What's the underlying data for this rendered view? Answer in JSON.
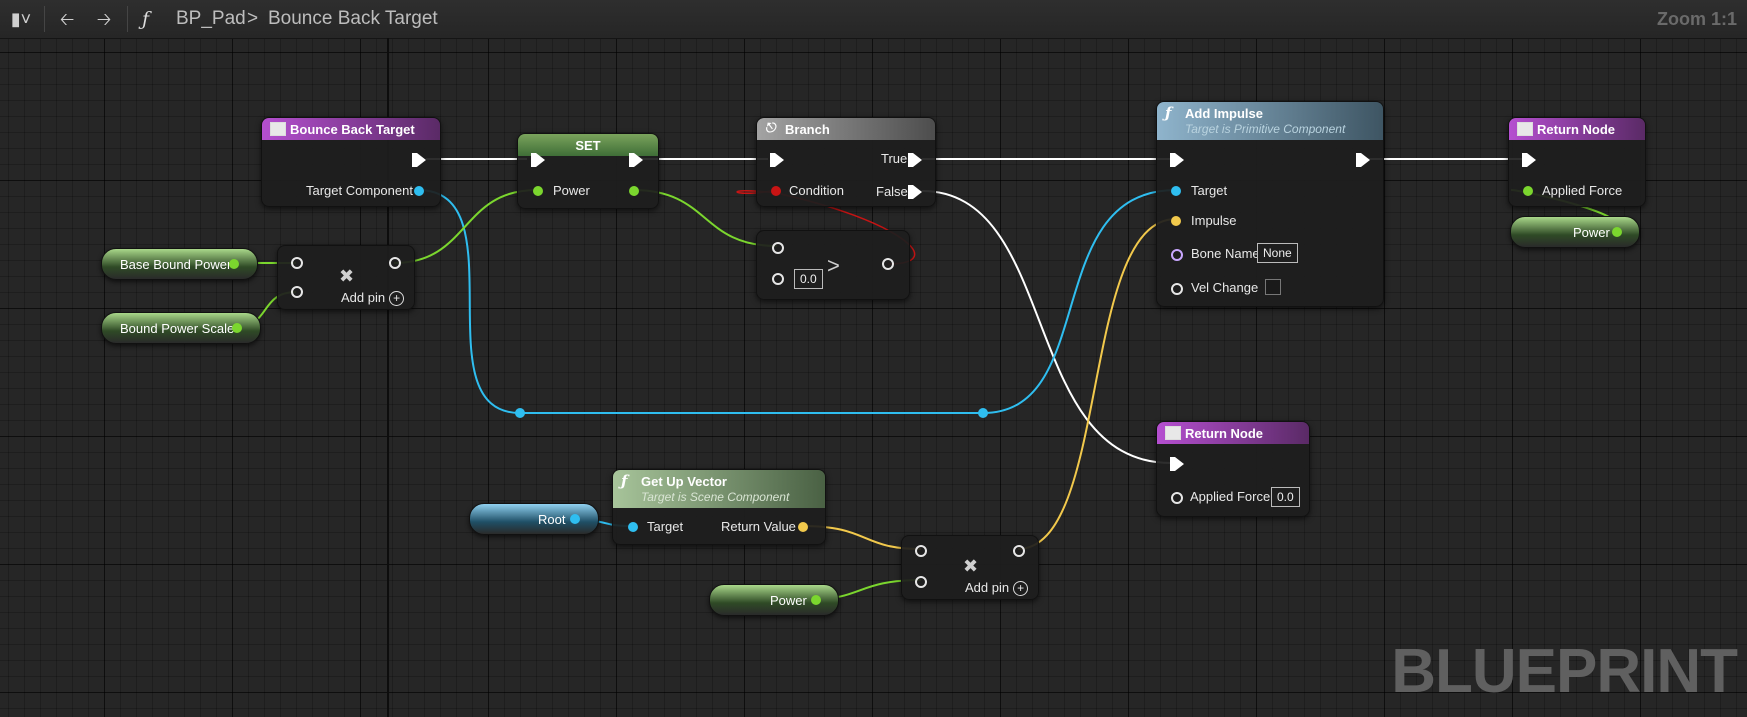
{
  "toolbar": {
    "bookmark_icon": "bookmark-icon",
    "function_icon": "function-icon",
    "breadcrumb_blueprint": "BP_Pad",
    "breadcrumb_separator": ">",
    "breadcrumb_function": "Bounce Back Target",
    "zoom": "Zoom 1:1"
  },
  "watermark": "BLUEPRINT",
  "nodes": {
    "entry": {
      "title": "Bounce Back Target",
      "pin_target": "Target Component"
    },
    "set": {
      "title": "SET",
      "pin_power": "Power"
    },
    "branch": {
      "title": "Branch",
      "pin_condition": "Condition",
      "pin_true": "True",
      "pin_false": "False"
    },
    "compare": {
      "op": ">",
      "value": "0.0"
    },
    "add_impulse": {
      "title": "Add Impulse",
      "subtitle": "Target is Primitive Component",
      "pin_target": "Target",
      "pin_impulse": "Impulse",
      "pin_bone": "Bone Name",
      "bone_value": "None",
      "pin_vel": "Vel Change"
    },
    "return1": {
      "title": "Return Node",
      "pin_force": "Applied Force"
    },
    "power_getter_right": {
      "label": "Power"
    },
    "return2": {
      "title": "Return Node",
      "pin_force": "Applied Force",
      "force_value": "0.0"
    },
    "base_bound": {
      "label": "Base Bound Power"
    },
    "bound_scale": {
      "label": "Bound Power Scale"
    },
    "add1": {
      "addpin": "Add pin"
    },
    "get_up": {
      "title": "Get Up Vector",
      "subtitle": "Target is Scene Component",
      "pin_target": "Target",
      "pin_return": "Return Value"
    },
    "root": {
      "label": "Root"
    },
    "power_getter": {
      "label": "Power"
    },
    "add2": {
      "addpin": "Add pin"
    }
  },
  "colors": {
    "float": "#7bd62e",
    "object": "#2fbef0",
    "vector": "#f2c94c",
    "bool": "#c81414",
    "name": "#c9a7ff",
    "entry_header": "#9d43b8",
    "set_header": "#3f6e37",
    "branch_header": "#8a8a8a",
    "function_header": "#6d8fa6"
  }
}
